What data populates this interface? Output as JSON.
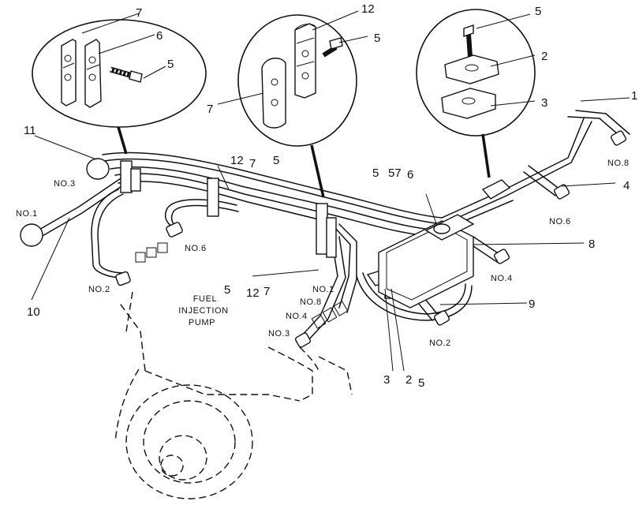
{
  "callouts": {
    "c7_a": "7",
    "c6_a": "6",
    "c5_a": "5",
    "c12_b": "12",
    "c5_b": "5",
    "c7_b": "7",
    "c5_c": "5",
    "c2_c": "2",
    "c3_c": "3",
    "c1": "1",
    "c11": "11",
    "c12_mid": "12",
    "c7_mid": "7",
    "c5_mid": "5",
    "c5_r": "5",
    "c57_r": "57",
    "c6_r": "6",
    "c4": "4",
    "c8": "8",
    "c9": "9",
    "c10": "10",
    "c5_low": "5",
    "c12_low": "12",
    "c7_low": "7",
    "c3_bot": "3",
    "c2_bot": "2",
    "c5_bot": "5"
  },
  "cylinders": {
    "no1_left": "NO.1",
    "no3_left": "NO.3",
    "no2_left": "NO.2",
    "no6_left": "NO.6",
    "no1_mid": "NO.1",
    "no8_mid": "NO.8",
    "no4_mid": "NO.4",
    "no3_mid": "NO.3",
    "no8_right": "NO.8",
    "no6_right": "NO.6",
    "no4_right": "NO.4",
    "no2_right": "NO.2"
  },
  "pump_label": {
    "line1": "FUEL",
    "line2": "INJECTION",
    "line3": "PUMP"
  }
}
